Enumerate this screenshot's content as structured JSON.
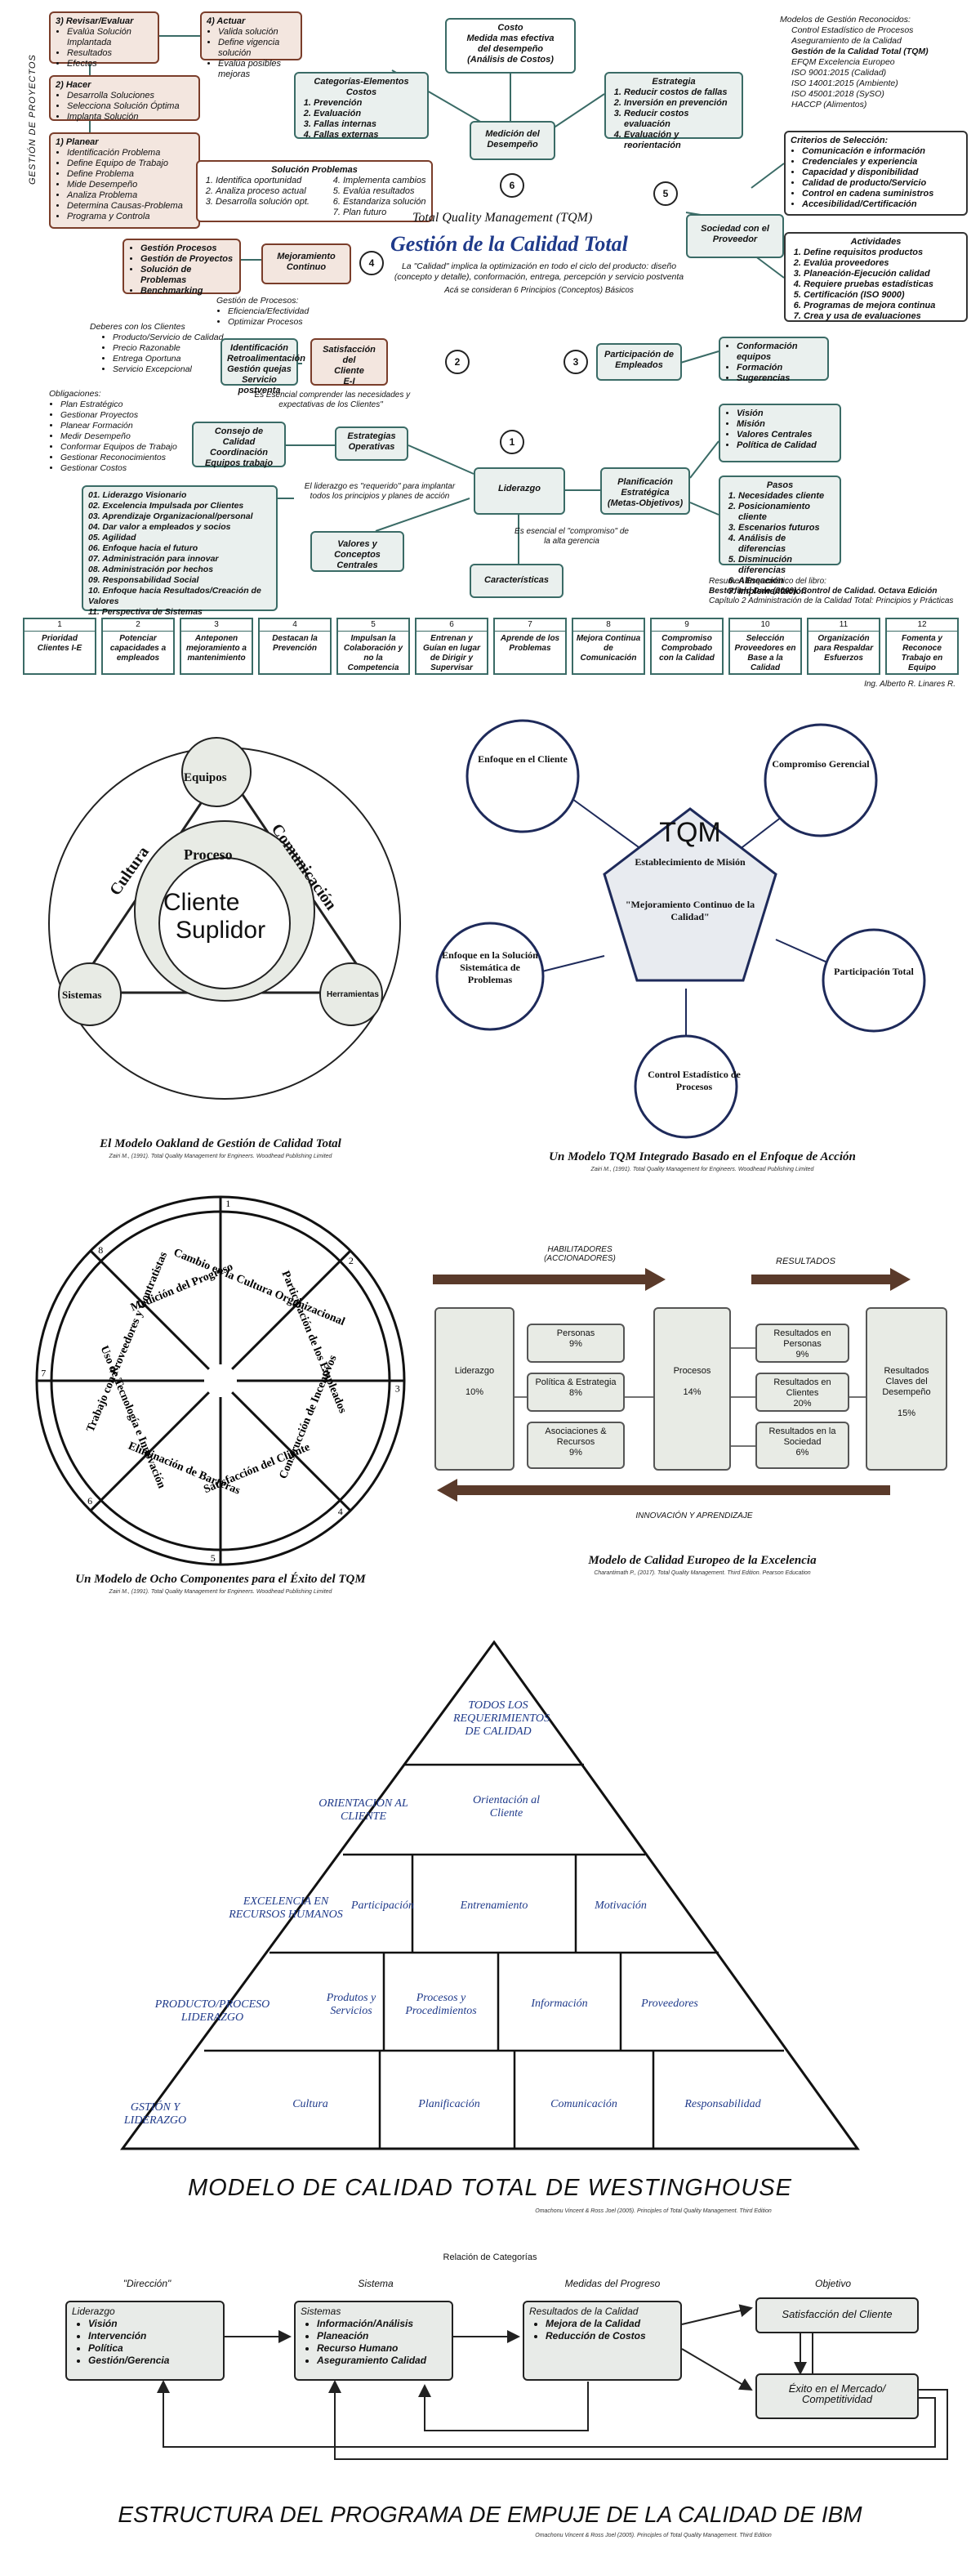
{
  "tqm_map": {
    "title": "Gestión de la Calidad Total",
    "subtitle": "Total Quality Management (TQM)",
    "definition": "La \"Calidad\" implica la optimización en todo el ciclo del producto: diseño (concepto y detalle), conformación, entrega, percepción y servicio postventa",
    "note": "Acá se consideran 6 Principios (Conceptos) Básicos",
    "side_label": "GESTIÓN DE PROYECTOS",
    "pdca": {
      "revisar": {
        "title": "3) Revisar/Evaluar",
        "items": [
          "Evalúa Solución Implantada",
          "Resultados",
          "Efectos"
        ]
      },
      "actuar": {
        "title": "4) Actuar",
        "items": [
          "Valida solución",
          "Define vigencia solución",
          "Evalúa posibles mejoras"
        ]
      },
      "hacer": {
        "title": "2) Hacer",
        "items": [
          "Desarrolla Soluciones",
          "Selecciona Solución Óptima",
          "Implanta Solución"
        ]
      },
      "planear": {
        "title": "1) Planear",
        "items": [
          "Identificación Problema",
          "Define Equipo de Trabajo",
          "Define Problema",
          "Mide Desempeño",
          "Analiza Problema",
          "Determina Causas-Problema",
          "Programa y Controla"
        ]
      }
    },
    "costo": {
      "title": "Costo",
      "lines": [
        "Medida mas efectiva",
        "del desempeño",
        "(Análisis de Costos)"
      ]
    },
    "categorias": {
      "title": "Categorías-Elementos Costos",
      "items": [
        "Prevención",
        "Evaluación",
        "Fallas internas",
        "Fallas externas"
      ]
    },
    "estrategia": {
      "title": "Estrategia",
      "items": [
        "Reducir costos de fallas",
        "Inversión en prevención",
        "Reducir costos evaluación",
        "Evaluación y reorientación"
      ]
    },
    "medicion": "Medición del Desempeño",
    "n6": "6",
    "solucion": {
      "title": "Solución Problemas",
      "items": [
        "Identifica oportunidad",
        "Analiza proceso actual",
        "Desarrolla solución opt.",
        "Implementa cambios",
        "Evalúa resultados",
        "Estandariza solución",
        "Plan futuro"
      ]
    },
    "gestion_procesos_box": [
      "Gestión Procesos",
      "Gestión de Proyectos",
      "Solución de Problemas",
      "Benchmarking"
    ],
    "mejoramiento": "Mejoramiento Continuo",
    "n4": "4",
    "gestion_de_procesos": {
      "title": "Gestión de Procesos:",
      "items": [
        "Eficiencia/Efectividad",
        "Optimizar Procesos"
      ]
    },
    "modelos": {
      "title": "Modelos de Gestión Reconocidos:",
      "items": [
        "Control Estadístico de Procesos",
        "Aseguramiento de la Calidad",
        "Gestión de la Calidad Total (TQM)",
        "EFQM Excelencia Europeo",
        "ISO 9001:2015 (Calidad)",
        "ISO 14001:2015 (Ambiente)",
        "ISO 45001:2018 (SySO)",
        "HACCP (Alimentos)"
      ]
    },
    "criterios": {
      "title": "Criterios de Selección:",
      "items": [
        "Comunicación e información",
        "Credenciales y experiencia",
        "Capacidad y disponibilidad",
        "Calidad de producto/Servicio",
        "Control en cadena suministros",
        "Accesibilidad/Certificación"
      ]
    },
    "sociedad": "Sociedad con el Proveedor",
    "n5": "5",
    "actividades": {
      "title": "Actividades",
      "items": [
        "Define requisitos productos",
        "Evalúa proveedores",
        "Planeación-Ejecución calidad",
        "Requiere pruebas estadísticas",
        "Certificación (ISO 9000)",
        "Programas de mejora continua",
        "Crea y usa de evaluaciones"
      ]
    },
    "deberes": {
      "title": "Deberes con los Clientes",
      "items": [
        "Producto/Servicio de Calidad",
        "Precio Razonable",
        "Entrega Oportuna",
        "Servicio Excepcional"
      ]
    },
    "identificacion": [
      "Identificación",
      "Retroalimentación",
      "Gestión quejas",
      "Servicio postventa"
    ],
    "satisfaccion": [
      "Satisfacción del",
      "Cliente",
      "E-I"
    ],
    "n2": "2",
    "n3": "3",
    "esencial_clientes": "\"Es Esencial comprender las necesidades y expectativas de los Clientes\"",
    "participacion": "Participación de Empleados",
    "conformacion": [
      "Conformación equipos",
      "Formación",
      "Sugerencias"
    ],
    "obligaciones": {
      "title": "Obligaciones:",
      "items": [
        "Plan Estratégico",
        "Gestionar Proyectos",
        "Planear Formación",
        "Medir Desempeño",
        "Conformar Equipos de Trabajo",
        "Gestionar Reconocimientos",
        "Gestionar Costos"
      ]
    },
    "consejo": [
      "Consejo de Calidad",
      "Coordinación",
      "Equipos trabajo"
    ],
    "estrategias_op": "Estrategias Operativas",
    "n1": "1",
    "liderazgo": "Liderazgo",
    "lider_quote": "El liderazgo es \"requerido\" para implantar todos los principios y planes de acción",
    "valores": "Valores y Conceptos Centrales",
    "compromiso": "Es esencial el \"compromiso\" de la alta gerencia",
    "caracteristicas": "Características",
    "planificacion": "Planificación Estratégica (Metas-Objetivos)",
    "vision_list": [
      "Visión",
      "Misión",
      "Valores Centrales",
      "Política de Calidad"
    ],
    "pasos": {
      "title": "Pasos",
      "items": [
        "Necesidades cliente",
        "Posicionamiento cliente",
        "Escenarios futuros",
        "Análisis de diferencias",
        "Disminución diferencias",
        "Alineación",
        "Implementación"
      ]
    },
    "valores_list": [
      "01. Liderazgo Visionario",
      "02. Excelencia Impulsada por Clientes",
      "03. Aprendizaje Organizacional/personal",
      "04. Dar valor a empleados y socios",
      "05. Agilidad",
      "06. Enfoque hacia el futuro",
      "07. Administración para innovar",
      "08. Administración por hechos",
      "09. Responsabilidad Social",
      "10. Enfoque hacia Resultados/Creación de Valores",
      "11. Perspectiva de Sistemas"
    ],
    "resumen": [
      "Resumen Esquemático del libro:",
      "Besterfield Dale (2009). Control de Calidad. Octava Edición",
      "Capítulo 2 Administración de la Calidad Total: Principios y Prácticas"
    ],
    "principios": [
      {
        "n": "1",
        "t": "Prioridad Clientes I-E"
      },
      {
        "n": "2",
        "t": "Potenciar capacidades a empleados"
      },
      {
        "n": "3",
        "t": "Anteponen mejoramiento a mantenimiento"
      },
      {
        "n": "4",
        "t": "Destacan la Prevención"
      },
      {
        "n": "5",
        "t": "Impulsan la Colaboración y no la Competencia"
      },
      {
        "n": "6",
        "t": "Entrenan y Guían en lugar de Dirigir y Supervisar"
      },
      {
        "n": "7",
        "t": "Aprende de los Problemas"
      },
      {
        "n": "8",
        "t": "Mejora Continua de Comunicación"
      },
      {
        "n": "9",
        "t": "Compromiso Comprobado con la Calidad"
      },
      {
        "n": "10",
        "t": "Selección Proveedores en Base a la Calidad"
      },
      {
        "n": "11",
        "t": "Organización para Respaldar Esfuerzos"
      },
      {
        "n": "12",
        "t": "Fomenta y Reconoce Trabajo en Equipo"
      }
    ],
    "author": "Ing. Alberto R. Linares R."
  },
  "oakland": {
    "equipos": "Equipos",
    "sistemas": "Sistemas",
    "herramientas": "Herramientas",
    "cultura": "Cultura",
    "comunicacion": "Comunicación",
    "proceso": "Proceso",
    "cliente": "Cliente",
    "suplidor": "Suplidor",
    "caption": "El Modelo Oakland de Gestión de Calidad Total",
    "cite": "Zairi M., (1991). Total Quality Management for Engineers. Woodhead Publishing Limited"
  },
  "tqm_model": {
    "center_title": "TQM",
    "center_sub": "Establecimiento de Misión",
    "center_quote": "\"Mejoramiento Continuo de la Calidad\"",
    "enfoque_cliente": "Enfoque en el Cliente",
    "compromiso": "Compromiso Gerencial",
    "participacion": "Participación Total",
    "control": "Control Estadístico de Procesos",
    "solucion": "Enfoque en la Solución Sistemática de Problemas",
    "caption": "Un Modelo TQM Integrado Basado en el Enfoque de Acción",
    "cite": "Zairi M., (1991). Total Quality Management for Engineers. Woodhead Publishing Limited"
  },
  "eight": {
    "segments": [
      {
        "n": "1",
        "t": "Cambio en la Cultura Organizacional"
      },
      {
        "n": "2",
        "t": "Participación de los Empleados"
      },
      {
        "n": "3",
        "t": "Construcción de Incentivos"
      },
      {
        "n": "4",
        "t": "Satisfacción del Cliente"
      },
      {
        "n": "5",
        "t": "Eliminación de Barreras"
      },
      {
        "n": "6",
        "t": "Uso de Tecnología e Innovación"
      },
      {
        "n": "7",
        "t": "Trabajo con Proveedores y Contratistas"
      },
      {
        "n": "8",
        "t": "Medición del Progreso"
      }
    ],
    "caption": "Un Modelo de Ocho Componentes para el Éxito del TQM",
    "cite": "Zairi M., (1991). Total Quality Management for Engineers. Woodhead Publishing Limited"
  },
  "efqm": {
    "habilitadores": "HABILITADORES (ACCIONADORES)",
    "resultados": "RESULTADOS",
    "liderazgo": {
      "t": "Liderazgo",
      "v": "10%"
    },
    "personas": {
      "t": "Personas",
      "v": "9%"
    },
    "politica": {
      "t": "Política & Estrategia",
      "v": "8%"
    },
    "asociaciones": {
      "t": "Asociaciones & Recursos",
      "v": "9%"
    },
    "procesos": {
      "t": "Procesos",
      "v": "14%"
    },
    "res_personas": {
      "t": "Resultados en Personas",
      "v": "9%"
    },
    "res_clientes": {
      "t": "Resultados en Clientes",
      "v": "20%"
    },
    "res_sociedad": {
      "t": "Resultados en la Sociedad",
      "v": "6%"
    },
    "res_clave": {
      "t": "Resultados Claves del Desempeño",
      "v": "15%"
    },
    "innovacion": "INNOVACIÓN Y APRENDIZAJE",
    "caption": "Modelo de Calidad Europeo de la Excelencia",
    "cite": "Charantimath P., (2017). Total Quality Management. Third Edition. Pearson Education"
  },
  "westinghouse": {
    "top": "TODOS LOS REQUERIMIENTOS DE CALIDAD",
    "l1": "ORIENTACION AL CLIENTE",
    "l2": "EXCELENCIA EN RECURSOS HUMANOS",
    "l3": "PRODUCTO/PROCESO LIDERAZGO",
    "l4": "GSTIÓN Y LIDERAZGO",
    "row1": [
      "Orientación al Cliente"
    ],
    "row2": [
      "Participación",
      "Entrenamiento",
      "Motivación"
    ],
    "row3": [
      "Produtos y Servicios",
      "Procesos y Procedimientos",
      "Información",
      "Proveedores"
    ],
    "row4": [
      "Cultura",
      "Planificación",
      "Comunicación",
      "Responsabilidad"
    ],
    "title": "MODELO DE CALIDAD TOTAL DE WESTINGHOUSE",
    "cite": "Omachonu Vincent & Ross Joel (2005). Principles of Total Quality Management. Third Edition"
  },
  "ibm": {
    "relacion": "Relación de Categorías",
    "h_direccion": "\"Dirección\"",
    "h_sistema": "Sistema",
    "h_medidas": "Medidas del Progreso",
    "h_objetivo": "Objetivo",
    "liderazgo": {
      "title": "Liderazgo",
      "items": [
        "Visión",
        "Intervención",
        "Política",
        "Gestión/Gerencia"
      ]
    },
    "sistemas": {
      "title": "Sistemas",
      "items": [
        "Información/Análisis",
        "Planeación",
        "Recurso Humano",
        "Aseguramiento Calidad"
      ]
    },
    "resultados": {
      "title": "Resultados de la Calidad",
      "items": [
        "Mejora de la Calidad",
        "Reducción de Costos"
      ]
    },
    "satisfaccion": "Satisfacción del Cliente",
    "exito": "Éxito en el Mercado/ Competitividad",
    "title": "ESTRUCTURA DEL PROGRAMA DE EMPUJE DE LA CALIDAD DE IBM",
    "cite": "Omachonu Vincent & Ross Joel (2005). Principles of Total Quality Management. Third Edition"
  }
}
